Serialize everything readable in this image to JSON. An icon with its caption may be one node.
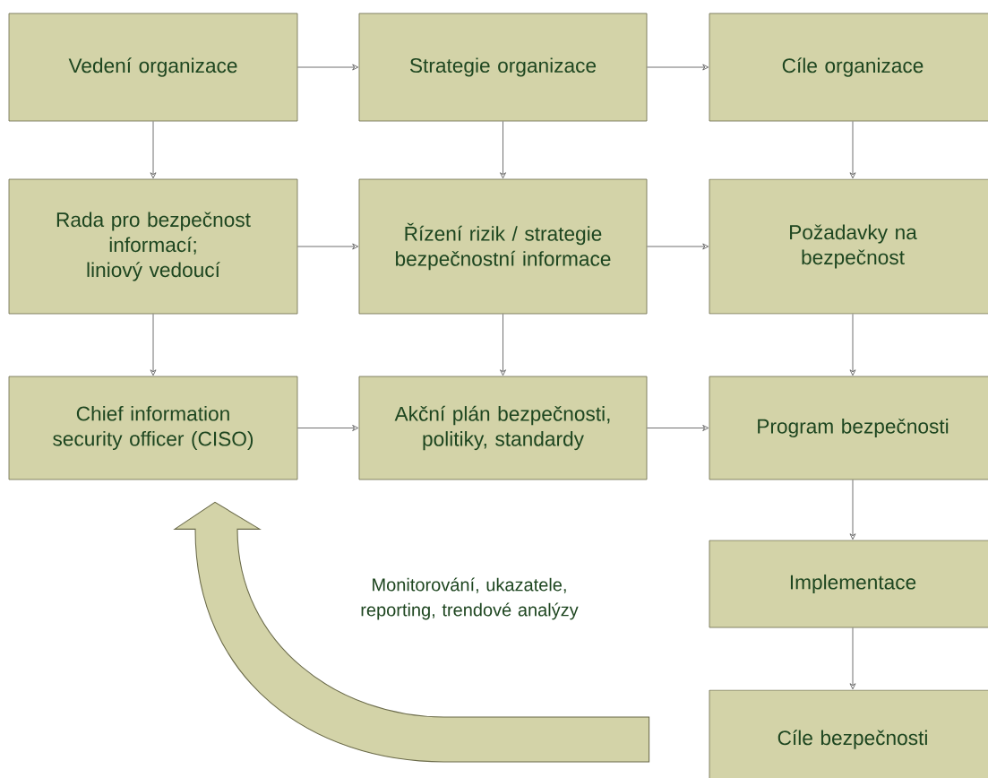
{
  "diagram": {
    "nodes": [
      {
        "text": [
          "Vedení organizace"
        ]
      },
      {
        "text": [
          "Strategie organizace"
        ]
      },
      {
        "text": [
          "Cíle organizace"
        ]
      },
      {
        "text": [
          "Rada pro bezpečnost informací; liniový vedoucí"
        ]
      },
      {
        "text": [
          "Řízení rizik / strategie bezpečnostní informace"
        ]
      },
      {
        "text": [
          "Požadavky na bezpečnost"
        ]
      },
      {
        "text": [
          "Chief information security officer (CISO)"
        ]
      },
      {
        "text": [
          "Akční plán bezpečnosti, politiky, standardy"
        ]
      },
      {
        "text": [
          "Program bezpečnosti"
        ]
      },
      {
        "text": [
          "Implementace"
        ]
      },
      {
        "text": [
          "Cíle bezpečnosti"
        ]
      }
    ],
    "edges": [
      {
        "from": 0,
        "to": 1,
        "arrow": "to"
      },
      {
        "from": 1,
        "to": 2,
        "arrow": "to"
      },
      {
        "from": 0,
        "to": 3,
        "arrow": "to"
      },
      {
        "from": 1,
        "to": 4,
        "arrow": "to"
      },
      {
        "from": 2,
        "to": 5,
        "arrow": "to"
      },
      {
        "from": 3,
        "to": 4,
        "arrow": "to"
      },
      {
        "from": 4,
        "to": 5,
        "arrow": "to"
      },
      {
        "from": 3,
        "to": 6,
        "arrow": "to"
      },
      {
        "from": 4,
        "to": 7,
        "arrow": "to"
      },
      {
        "from": 5,
        "to": 8,
        "arrow": "to"
      },
      {
        "from": 6,
        "to": 7,
        "arrow": "to"
      },
      {
        "from": 7,
        "to": 8,
        "arrow": "to"
      },
      {
        "from": 8,
        "to": 9,
        "arrow": "to"
      },
      {
        "from": 9,
        "to": 10,
        "arrow": "to"
      },
      {
        "from": 10,
        "to": 6,
        "arrow": "to",
        "style": "thick",
        "label": "Monitorování, ukazatele, reporting, trendové analýzy"
      }
    ]
  }
}
